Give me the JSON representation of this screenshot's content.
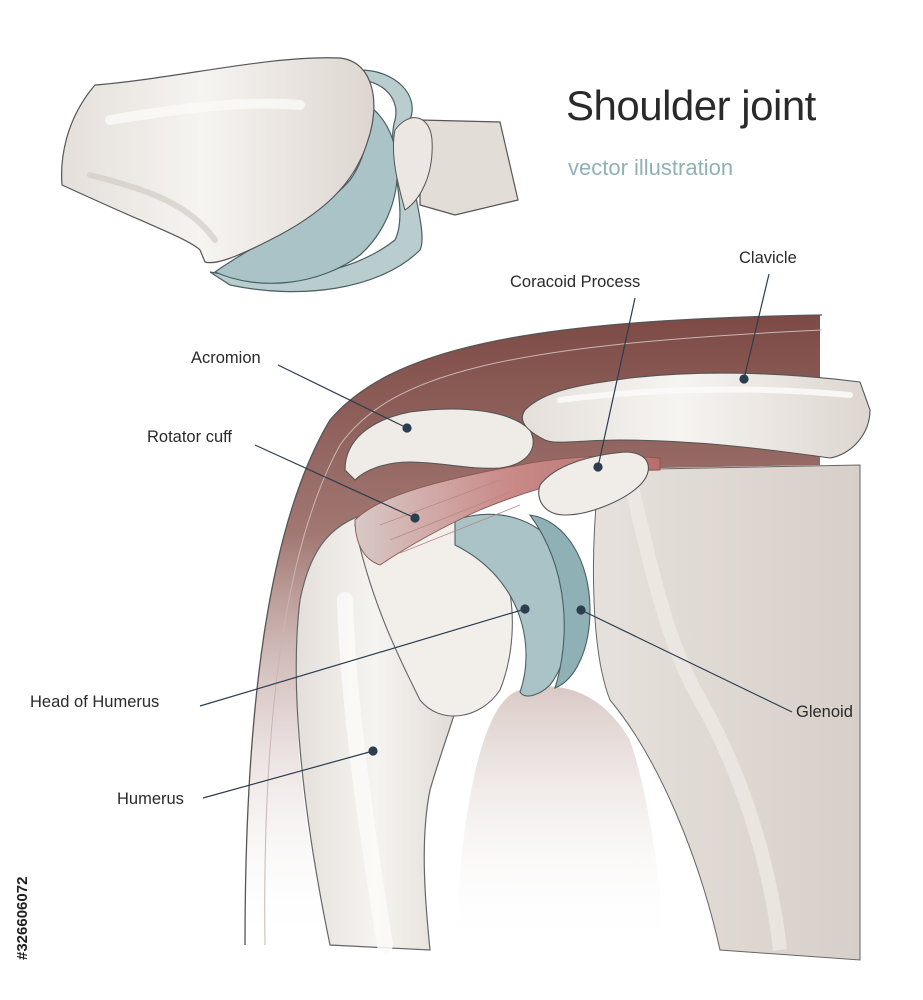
{
  "title": "Shoulder joint",
  "subtitle": "vector illustration",
  "labels": {
    "coracoid": "Coracoid Process",
    "clavicle": "Clavicle",
    "acromion": "Acromion",
    "rotator": "Rotator cuff",
    "head": "Head of Humerus",
    "glenoid": "Glenoid",
    "humerus": "Humerus"
  },
  "stock_id": "#326606072",
  "colors": {
    "bone": "#efebe6",
    "bone_shadow": "#d9d2cc",
    "cartilage": "#a9c3c6",
    "cartilage_dark": "#7f9ea3",
    "muscle": "#c98787",
    "capsule": "#8a5550",
    "leader": "#2b3d4f"
  }
}
